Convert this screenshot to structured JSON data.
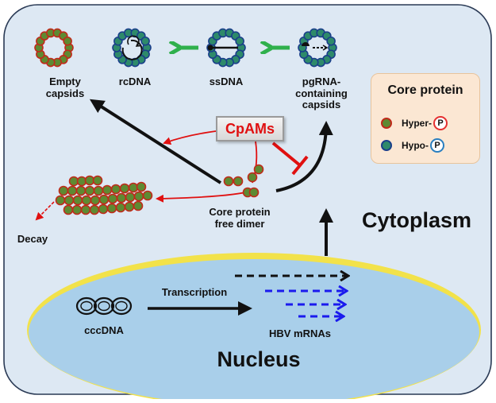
{
  "labels": {
    "empty_capsids": "Empty\ncapsids",
    "rcdna": "rcDNA",
    "ssdna": "ssDNA",
    "pgrna_capsids": "pgRNA-\ncontaining\ncapsids",
    "cpams": "CpAMs",
    "core_dimer": "Core protein\nfree dimer",
    "decay": "Decay",
    "cytoplasm": "Cytoplasm",
    "transcription": "Transcription",
    "cccdna": "cccDNA",
    "hbv_mrnas": "HBV mRNAs",
    "nucleus": "Nucleus"
  },
  "legend": {
    "title": "Core protein",
    "items": [
      {
        "label": "Hyper-",
        "badge": "P",
        "dot_color": "#9b2a1a",
        "badge_color": "#e53030"
      },
      {
        "label": "Hypo-",
        "badge": "P",
        "dot_color": "#2e7d6e",
        "badge_color": "#2a7fc0"
      }
    ]
  },
  "colors": {
    "cell_fill": "#dde8f3",
    "cell_border": "#2a3a55",
    "nucleus_fill": "#a9cfea",
    "nucleus_rim": "#f2e24a",
    "hyper_bead_fill": "#5e8a32",
    "hyper_bead_border": "#c02a1a",
    "hypo_bead_fill": "#2e8a6a",
    "hypo_bead_border": "#1a3f8a",
    "inhibit": "#e01010",
    "arrow_green": "#2fb04c",
    "mrna_blue": "#1a1aee"
  }
}
